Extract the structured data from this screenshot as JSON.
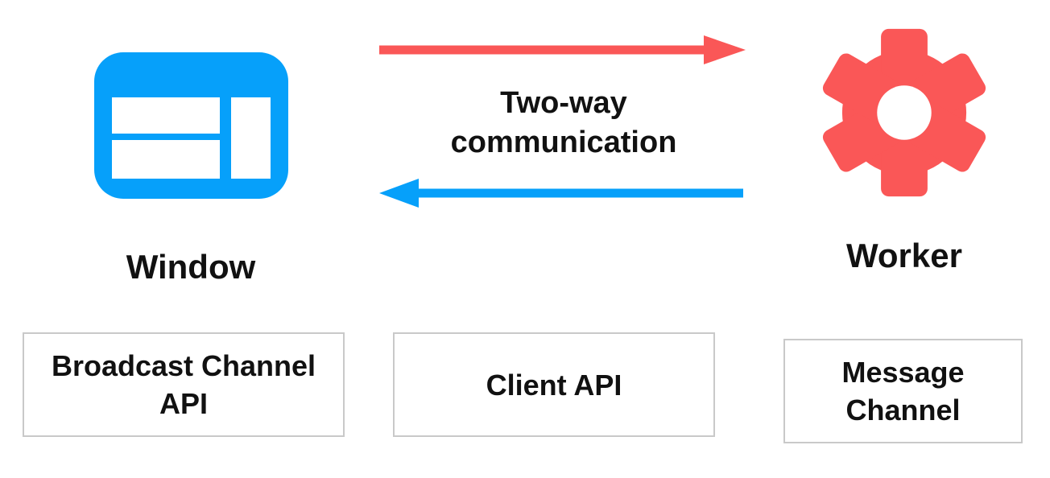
{
  "diagram": {
    "window": {
      "label": "Window"
    },
    "worker": {
      "label": "Worker"
    },
    "communication": {
      "label": "Two-way communication"
    },
    "boxes": [
      {
        "label": "Broadcast Channel API"
      },
      {
        "label": "Client API"
      },
      {
        "label": "Message Channel"
      }
    ],
    "colors": {
      "blue": "#06A0FA",
      "red": "#FA5757",
      "box_border": "#c9c9c9",
      "text": "#111111"
    }
  }
}
